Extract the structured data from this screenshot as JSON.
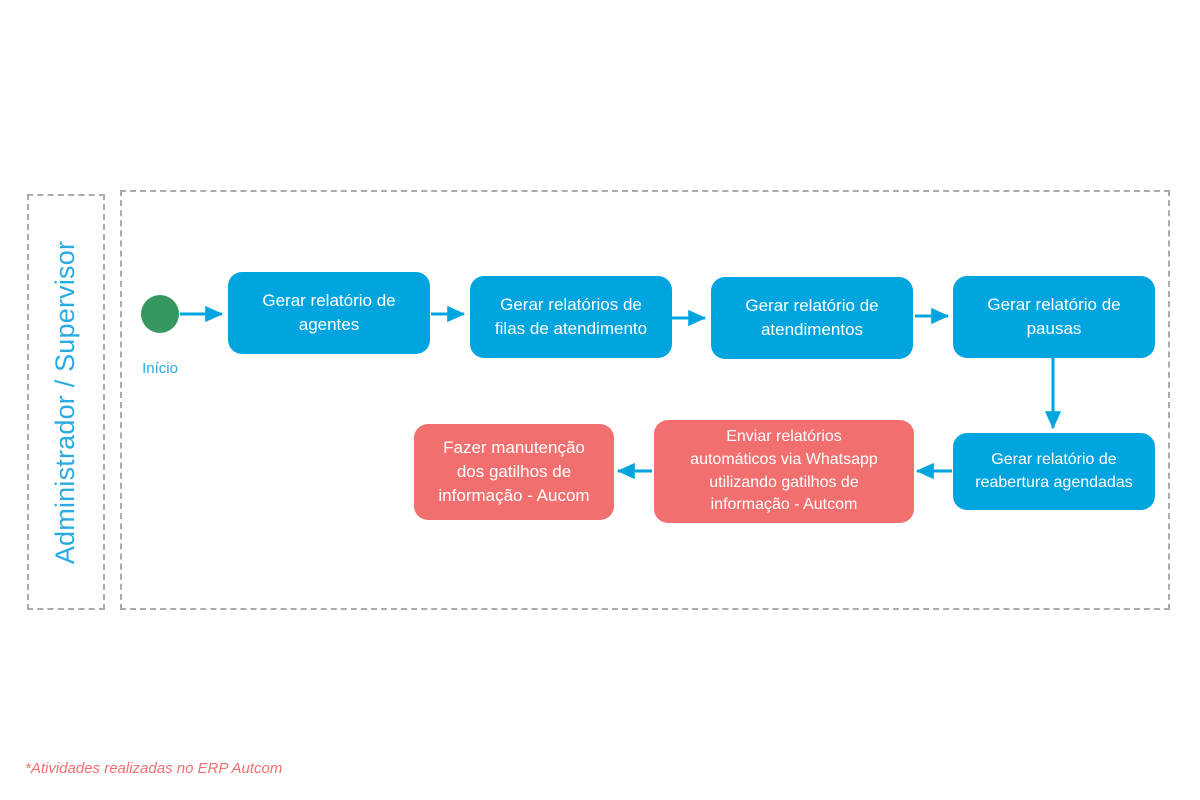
{
  "diagram": {
    "type": "swimlane-flowchart",
    "title": "",
    "colors": {
      "blue_node": "#00A5E0",
      "red_node": "#F1706F",
      "start_node": "#369760",
      "arrow": "#29ABE2",
      "lane_border": "#ababab",
      "lane_label_text": "#29ABE2",
      "footnote_text": "#F1706F"
    },
    "lane": {
      "label": "Administrador / Supervisor"
    },
    "start": {
      "label": "Início"
    },
    "nodes": [
      {
        "id": "n1",
        "label": "Gerar relatório de\nagentes",
        "color": "blue"
      },
      {
        "id": "n2",
        "label": "Gerar relatórios de\nfilas de atendimento",
        "color": "blue"
      },
      {
        "id": "n3",
        "label": "Gerar relatório de\natendimentos",
        "color": "blue"
      },
      {
        "id": "n4",
        "label": "Gerar relatório de\npausas",
        "color": "blue"
      },
      {
        "id": "n5",
        "label": "Gerar relatório de\nreabertura agendadas",
        "color": "blue"
      },
      {
        "id": "n6",
        "label": "Enviar relatórios\nautomáticos via Whatsapp\nutilizando gatilhos de\ninformação - Autcom",
        "color": "red"
      },
      {
        "id": "n7",
        "label": "Fazer manutenção\ndos gatilhos de\ninformação - Aucom",
        "color": "red"
      }
    ],
    "edges": [
      {
        "from": "start",
        "to": "n1",
        "direction": "right"
      },
      {
        "from": "n1",
        "to": "n2",
        "direction": "right"
      },
      {
        "from": "n2",
        "to": "n3",
        "direction": "right"
      },
      {
        "from": "n3",
        "to": "n4",
        "direction": "right"
      },
      {
        "from": "n4",
        "to": "n5",
        "direction": "down"
      },
      {
        "from": "n5",
        "to": "n6",
        "direction": "left"
      },
      {
        "from": "n6",
        "to": "n7",
        "direction": "left"
      }
    ]
  },
  "footnote": {
    "text": "*Atividades realizadas no ERP Autcom"
  }
}
